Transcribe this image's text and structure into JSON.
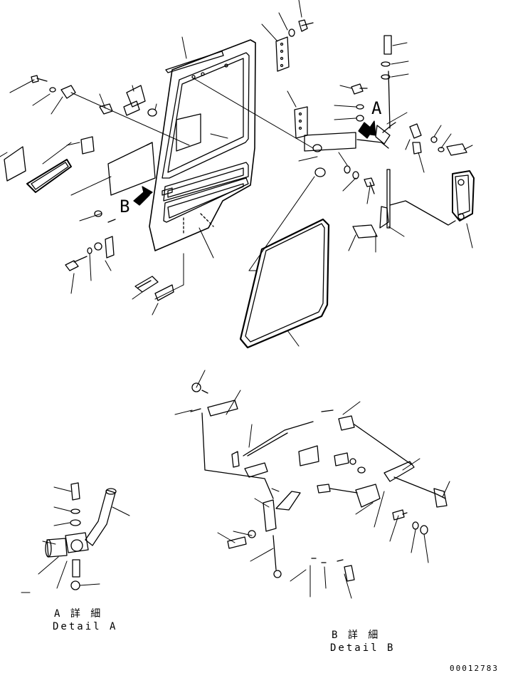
{
  "callouts": {
    "view_a": "A",
    "view_b": "B"
  },
  "details": {
    "a_title_jp": "A 詳 細",
    "a_title_en": "Detail A",
    "b_title_jp": "B 詳 細",
    "b_title_en": "Detail B"
  },
  "drawing_number": "00012783",
  "colors": {
    "line": "#000000",
    "background": "#ffffff"
  }
}
